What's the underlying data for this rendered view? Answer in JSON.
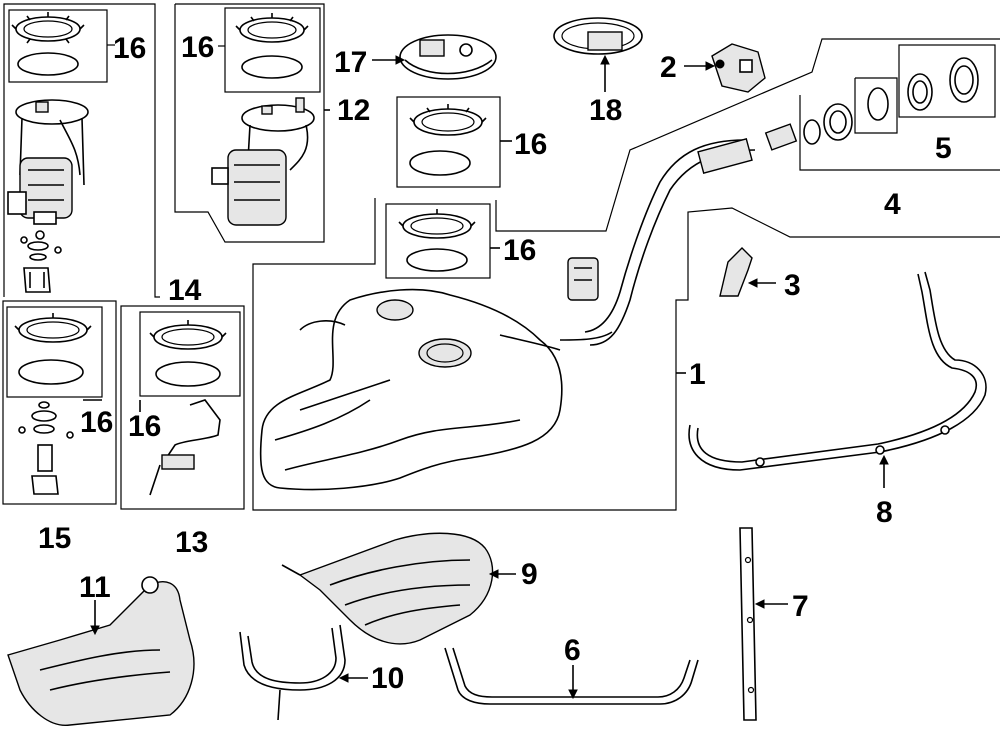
{
  "diagram": {
    "callouts": {
      "c1": "1",
      "c2": "2",
      "c3": "3",
      "c4": "4",
      "c5": "5",
      "c6": "6",
      "c7": "7",
      "c8": "8",
      "c9": "9",
      "c10": "10",
      "c11": "11",
      "c12": "12",
      "c13": "13",
      "c14": "14",
      "c15": "15",
      "c16a": "16",
      "c16b": "16",
      "c16c": "16",
      "c16d": "16",
      "c16e": "16",
      "c16f": "16",
      "c17": "17",
      "c18": "18"
    }
  }
}
